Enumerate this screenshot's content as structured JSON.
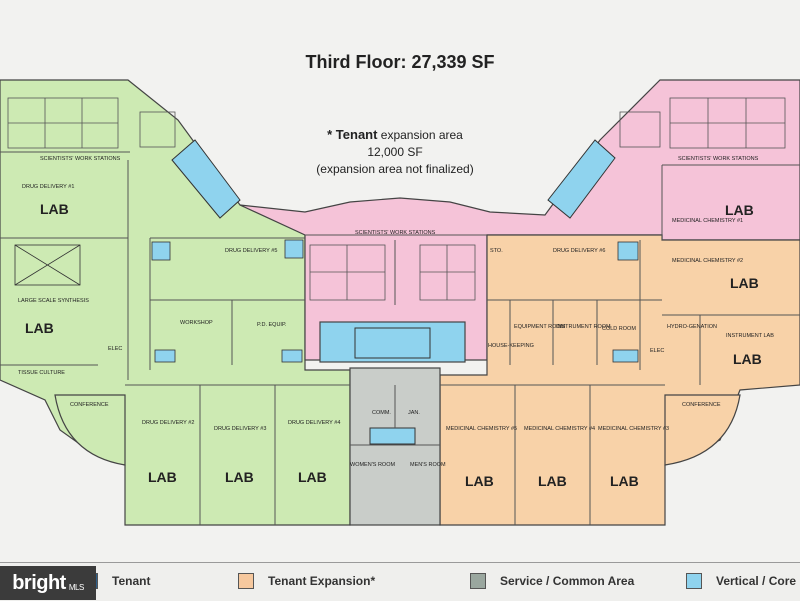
{
  "title": "Third Floor: 27,339 SF",
  "note": {
    "line1_bold": "* Tenant",
    "line1_rest": " expansion area",
    "line2": "12,000 SF",
    "line3": "(expansion area not finalized)"
  },
  "rooms": {
    "lab": "LAB",
    "scientists_ws": "SCIENTISTS' WORK STATIONS",
    "drug_delivery_1": "DRUG DELIVERY #1",
    "drug_delivery_2": "DRUG DELIVERY #2",
    "drug_delivery_3": "DRUG DELIVERY #3",
    "drug_delivery_4": "DRUG DELIVERY #4",
    "drug_delivery_5": "DRUG DELIVERY #5",
    "drug_delivery_6": "DRUG DELIVERY #6",
    "large_scale": "LARGE SCALE SYNTHESIS",
    "tissue_culture": "TISSUE CULTURE",
    "conference": "CONFERENCE",
    "workshop": "WORKSHOP",
    "pd_equip": "P.D. EQUIP.",
    "elec": "ELEC",
    "sto": "STO.",
    "equipment_room": "EQUIPMENT ROOM",
    "instrument_room": "INSTRUMENT ROOM",
    "cold_room": "COLD ROOM",
    "housekeeping": "HOUSE-KEEPING",
    "hydrogenation": "HYDRO-GENATION",
    "instrument_lab": "INSTRUMENT LAB",
    "med_chem_1": "MEDICINAL CHEMISTRY #1",
    "med_chem_2": "MEDICINAL CHEMISTRY #2",
    "med_chem_3": "MEDICINAL CHEMISTRY #3",
    "med_chem_4": "MEDICINAL CHEMISTRY #4",
    "med_chem_5": "MEDICINAL CHEMISTRY #5",
    "comm": "COMM.",
    "jan": "JAN.",
    "womens_room": "WOMEN'S ROOM",
    "mens_room": "MEN'S ROOM"
  },
  "legend": [
    {
      "label": "Tenant",
      "color": "#2e5f8a"
    },
    {
      "label": "Tenant Expansion*",
      "color": "#f6c89e"
    },
    {
      "label": "Service / Common Area",
      "color": "#9aa79f"
    },
    {
      "label": "Vertical / Core",
      "color": "#8fd3ee"
    }
  ],
  "colors": {
    "green": "#cdeab3",
    "pink": "#f5c3d8",
    "orange": "#f8d2a8",
    "grey": "#c9cdc9",
    "blue": "#8fd3ee"
  },
  "watermark": {
    "brand": "bright",
    "suffix": "MLS"
  }
}
